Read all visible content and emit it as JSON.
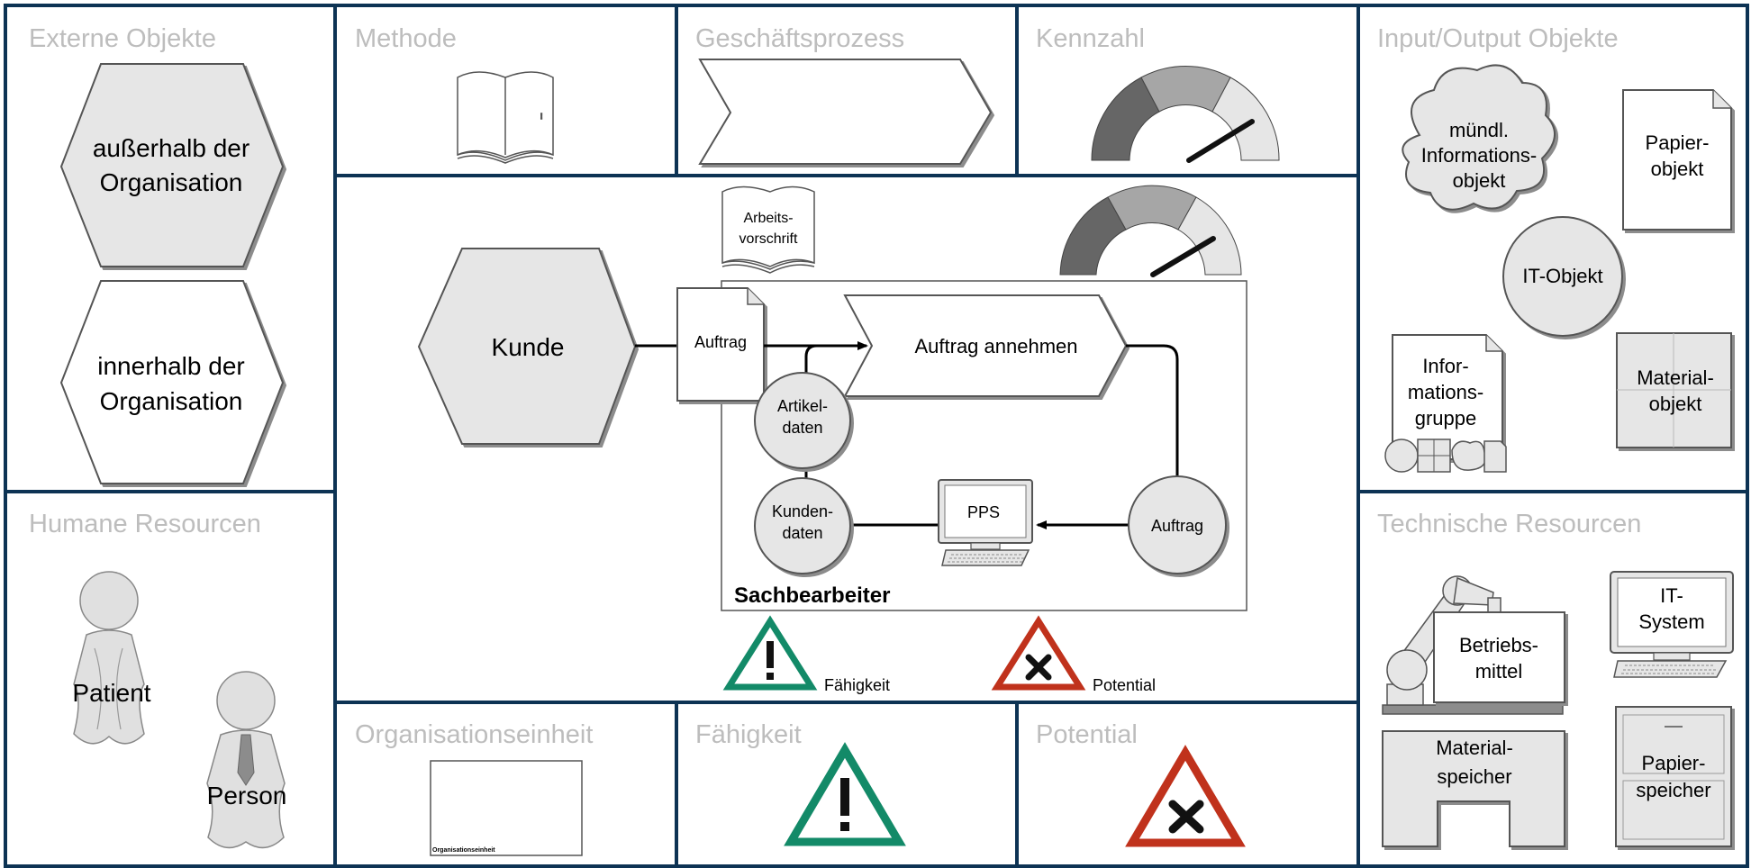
{
  "categories": {
    "externe_objekte": "Externe Objekte",
    "humane_resourcen": "Humane Resourcen",
    "methode": "Methode",
    "geschaeftsprozess": "Geschäftsprozess",
    "kennzahl": "Kennzahl",
    "input_output_objekte": "Input/Output Objekte",
    "technische_resourcen": "Technische Resourcen",
    "organisationseinheit": "Organisationseinheit",
    "faehigkeit": "Fähigkeit",
    "potential": "Potential"
  },
  "externe": {
    "ausserhalb_1": "außerhalb der",
    "ausserhalb_2": "Organisation",
    "innerhalb_1": "innerhalb der",
    "innerhalb_2": "Organisation"
  },
  "humane": {
    "patient": "Patient",
    "person": "Person"
  },
  "org_box_label": "Organisationseinheit",
  "io": {
    "muendl_1": "mündl.",
    "muendl_2": "Informations-",
    "muendl_3": "objekt",
    "papier_1": "Papier-",
    "papier_2": "objekt",
    "it_objekt": "IT-Objekt",
    "infogruppe_1": "Infor-",
    "infogruppe_2": "mations-",
    "infogruppe_3": "gruppe",
    "material_1": "Material-",
    "material_2": "objekt"
  },
  "technisch": {
    "betriebsmittel_1": "Betriebs-",
    "betriebsmittel_2": "mittel",
    "itsystem_1": "IT-",
    "itsystem_2": "System",
    "materialspeicher_1": "Material-",
    "materialspeicher_2": "speicher",
    "papierspeicher_1": "Papier-",
    "papierspeicher_2": "speicher"
  },
  "center": {
    "kunde": "Kunde",
    "arbeitsvorschrift_1": "Arbeits-",
    "arbeitsvorschrift_2": "vorschrift",
    "auftrag_doc": "Auftrag",
    "auftrag_annehmen": "Auftrag annehmen",
    "artikeldaten_1": "Artikel-",
    "artikeldaten_2": "daten",
    "kundendaten_1": "Kunden-",
    "kundendaten_2": "daten",
    "pps": "PPS",
    "auftrag_circle": "Auftrag",
    "sachbearbeiter": "Sachbearbeiter",
    "faehigkeit_label": "Fähigkeit",
    "potential_label": "Potential"
  },
  "colors": {
    "frame": "#0d3354",
    "shape_fill": "#e6e6e6",
    "shape_stroke": "#555555",
    "gauge_dark": "#666666",
    "gauge_mid": "#a6a6a6",
    "gauge_light": "#e6e6e6",
    "faehigkeit_green": "#138a68",
    "potential_red": "#c0321c",
    "category_text": "#bdbdbd"
  }
}
